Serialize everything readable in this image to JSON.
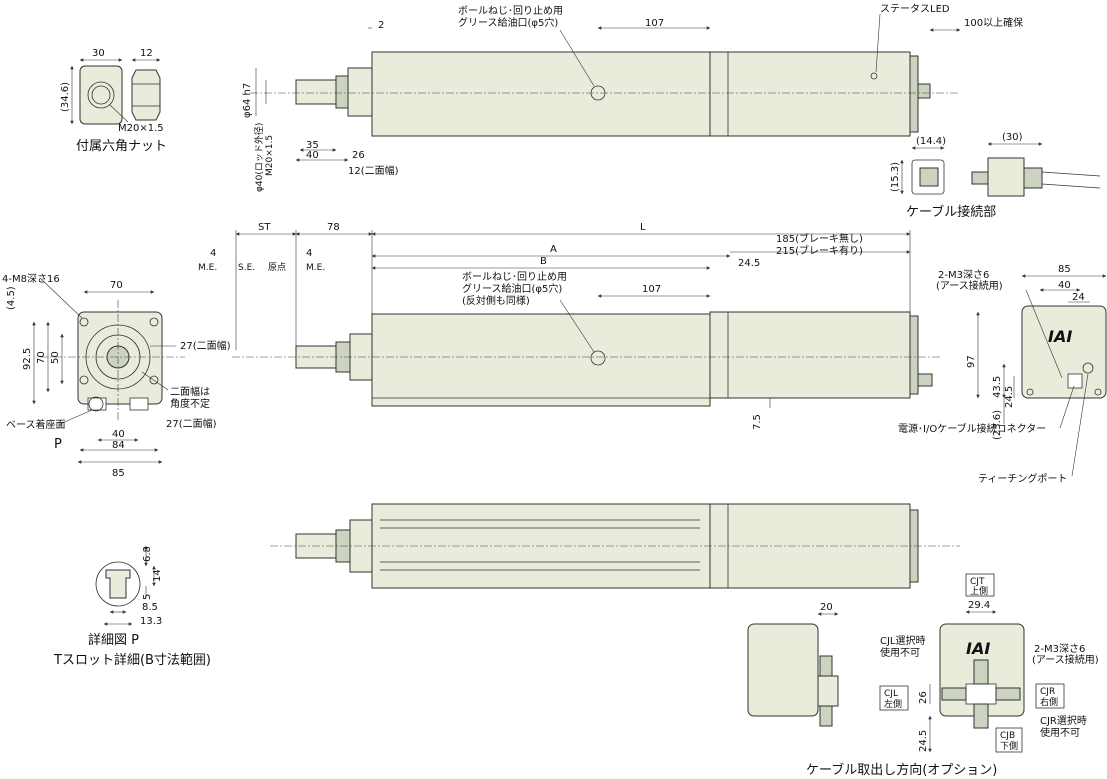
{
  "colors": {
    "body": "#e7ecdb",
    "line": "#333333",
    "text": "#111111"
  },
  "top_view": {
    "d_2": "2",
    "grease_note_1": "ボールねじ･回り止め用",
    "grease_note_2": "グリース給油口(φ5穴)",
    "d_107": "107",
    "status_led": "ステータスLED",
    "d_100": "100以上確保",
    "d_phi64": "φ64 h7",
    "d_phi40": "φ40(ロッド外径)",
    "d_m20": "M20×1.5",
    "d_35": "35",
    "d_40": "40",
    "d_26": "26",
    "d_12": "12(二面幅)"
  },
  "nut": {
    "d_30": "30",
    "d_12": "12",
    "d_34_6": "(34.6)",
    "d_m20": "M20×1.5",
    "caption": "付属六角ナット"
  },
  "cable_conn": {
    "d_14_4": "(14.4)",
    "d_15_3": "(15.3)",
    "d_30": "(30)",
    "caption": "ケーブル接続部"
  },
  "side_view": {
    "d_st": "ST",
    "d_78": "78",
    "d_l": "L",
    "d_4a": "4",
    "d_4b": "4",
    "me1": "M.E.",
    "se": "S.E.",
    "origin": "原点",
    "me2": "M.E.",
    "d_a": "A",
    "d_b": "B",
    "brake1": "185(ブレーキ無し)",
    "brake2": "215(ブレーキ有り)",
    "d_24_5": "24.5",
    "grease_1": "ボールねじ･回り止め用",
    "grease_2": "グリース給油口(φ5穴)",
    "grease_3": "(反対側も同様)",
    "d_107": "107",
    "d_7_5": "7.5"
  },
  "front_view": {
    "holes": "4-M8深さ16",
    "d_70_top": "70",
    "d_4_5": "(4.5)",
    "d_92_5": "92.5",
    "d_70_side": "70",
    "d_50": "50",
    "d_27a": "27(二面幅)",
    "note_1": "二面幅は",
    "note_2": "角度不定",
    "base": "ベース着座面",
    "d_27b": "27(二面幅)",
    "p": "P",
    "d_40": "40",
    "d_84": "84",
    "d_85": "85"
  },
  "rear_view": {
    "d_85": "85",
    "d_40": "40",
    "d_24": "24",
    "m3_1": "2-M3深さ6",
    "m3_2": "(アース接続用)",
    "d_97": "97",
    "d_43_5": "43.5",
    "d_24_5": "24.5",
    "d_23_6": "(23.6)",
    "logo": "IAI",
    "power": "電源･I/Oケーブル接続コネクター",
    "teach": "ティーチングポート"
  },
  "detail_p": {
    "d_6_8": "6.8",
    "d_14": "14",
    "d_5": "5",
    "d_8_5": "8.5",
    "d_13_3": "13.3",
    "caption_1": "詳細図 P",
    "caption_2": "Tスロット詳細(B寸法範囲)"
  },
  "cable_options": {
    "d_20": "20",
    "cjt_1": "CJT",
    "cjt_2": "上側",
    "d_29_4": "29.4",
    "cjl_note_1": "CJL選択時",
    "cjl_note_2": "使用不可",
    "m3_1": "2-M3深さ6",
    "m3_2": "(アース接続用)",
    "cjl_1": "CJL",
    "cjl_2": "左側",
    "d_26": "26",
    "cjr_1": "CJR",
    "cjr_2": "右側",
    "cjr_note_1": "CJR選択時",
    "cjr_note_2": "使用不可",
    "d_24_5": "24.5",
    "cjb_1": "CJB",
    "cjb_2": "下側",
    "logo": "IAI",
    "caption": "ケーブル取出し方向(オプション)"
  }
}
